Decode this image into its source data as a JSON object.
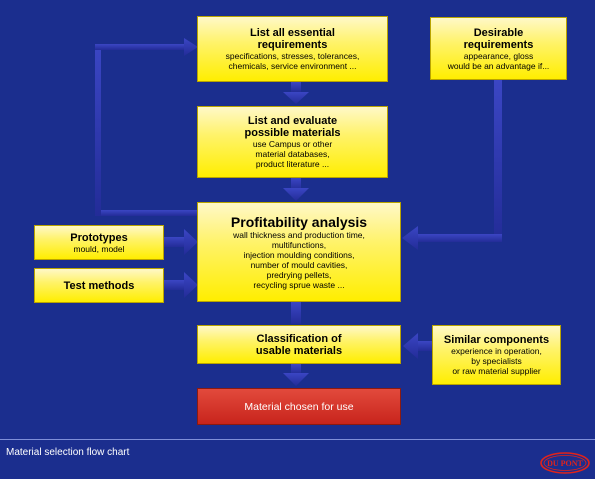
{
  "boxes": {
    "essential": {
      "title": [
        "List all essential",
        "requirements"
      ],
      "body": [
        "specifications, stresses, tolerances,",
        "chemicals, service environment ..."
      ]
    },
    "desirable": {
      "title": [
        "Desirable",
        "requirements"
      ],
      "body": [
        "appearance, gloss",
        "would be an advantage if..."
      ]
    },
    "evaluate": {
      "title": [
        "List and evaluate",
        "possible materials"
      ],
      "body": [
        "use Campus or other",
        "material databases,",
        "product literature ..."
      ]
    },
    "profitability": {
      "title": [
        "Profitability analysis"
      ],
      "body": [
        "wall thickness and production time,",
        "multifunctions,",
        "injection moulding conditions,",
        "number of mould cavities,",
        "predrying pellets,",
        "recycling sprue waste ..."
      ]
    },
    "prototypes": {
      "title": [
        "Prototypes"
      ],
      "body": [
        "mould, model"
      ]
    },
    "test_methods": {
      "title": [
        "Test methods"
      ],
      "body": []
    },
    "classification": {
      "title": [
        "Classification of",
        "usable materials"
      ],
      "body": []
    },
    "similar": {
      "title": [
        "Similar components"
      ],
      "body": [
        "experience in operation,",
        "by specialists",
        "or raw material supplier"
      ]
    }
  },
  "chosen_label": "Material chosen for use",
  "footer_caption": "Material selection flow chart",
  "logo_text": "DU PONT",
  "colors": {
    "background": "#1b2e8e",
    "box_yellow": "#ffee00",
    "arrow": "#2c35a8",
    "chosen_red": "#d0302a"
  }
}
